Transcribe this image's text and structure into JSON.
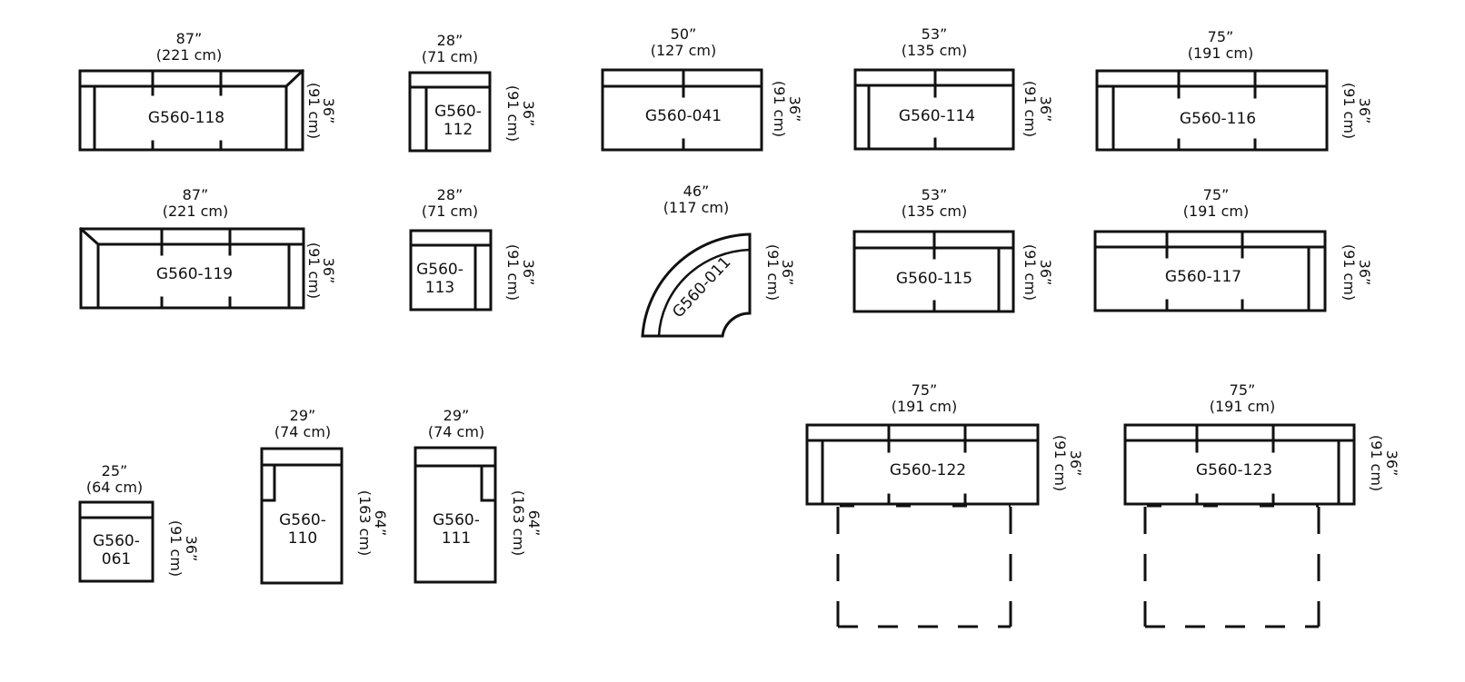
{
  "colors": {
    "line": "#111111",
    "background": "#ffffff"
  },
  "pieces": [
    {
      "code": "G560-118",
      "width": "87”",
      "width_cm": "(221 cm)",
      "depth": "36”",
      "depth_cm": "(91 cm)"
    },
    {
      "code_line1": "G560-",
      "code_line2": "112",
      "width": "28”",
      "width_cm": "(71 cm)",
      "depth": "36”",
      "depth_cm": "(91 cm)"
    },
    {
      "code": "G560-041",
      "width": "50”",
      "width_cm": "(127 cm)",
      "depth": "36”",
      "depth_cm": "(91 cm)"
    },
    {
      "code": "G560-114",
      "width": "53”",
      "width_cm": "(135 cm)",
      "depth": "36”",
      "depth_cm": "(91 cm)"
    },
    {
      "code": "G560-116",
      "width": "75”",
      "width_cm": "(191 cm)",
      "depth": "36”",
      "depth_cm": "(91 cm)"
    },
    {
      "code": "G560-119",
      "width": "87”",
      "width_cm": "(221 cm)",
      "depth": "36”",
      "depth_cm": "(91 cm)"
    },
    {
      "code_line1": "G560-",
      "code_line2": "113",
      "width": "28”",
      "width_cm": "(71 cm)",
      "depth": "36”",
      "depth_cm": "(91 cm)"
    },
    {
      "code": "G560-011",
      "width": "46”",
      "width_cm": "(117 cm)",
      "depth": "36”",
      "depth_cm": "(91 cm)"
    },
    {
      "code": "G560-115",
      "width": "53”",
      "width_cm": "(135 cm)",
      "depth": "36”",
      "depth_cm": "(91 cm)"
    },
    {
      "code": "G560-117",
      "width": "75”",
      "width_cm": "(191 cm)",
      "depth": "36”",
      "depth_cm": "(91 cm)"
    },
    {
      "code_line1": "G560-",
      "code_line2": "061",
      "width": "25”",
      "width_cm": "(64 cm)",
      "depth": "36”",
      "depth_cm": "(91 cm)"
    },
    {
      "code_line1": "G560-",
      "code_line2": "110",
      "width": "29”",
      "width_cm": "(74 cm)",
      "depth": "64”",
      "depth_cm": "(163 cm)"
    },
    {
      "code_line1": "G560-",
      "code_line2": "111",
      "width": "29”",
      "width_cm": "(74 cm)",
      "depth": "64”",
      "depth_cm": "(163 cm)"
    },
    {
      "code": "G560-122",
      "width": "75”",
      "width_cm": "(191 cm)",
      "depth": "36”",
      "depth_cm": "(91 cm)"
    },
    {
      "code": "G560-123",
      "width": "75”",
      "width_cm": "(191 cm)",
      "depth": "36”",
      "depth_cm": "(91 cm)"
    }
  ]
}
